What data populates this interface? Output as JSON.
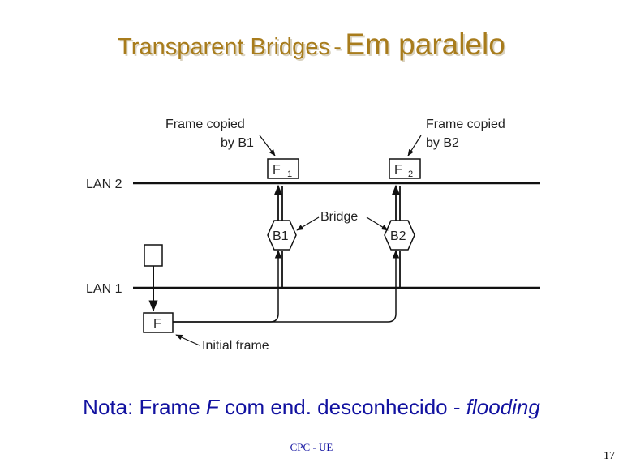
{
  "slide": {
    "title_part1": "Transparent Bridges",
    "title_dash": "-",
    "title_part2": "Em paralelo",
    "note_prefix": "Nota: Frame ",
    "note_var": "F",
    "note_middle": " com end. desconhecido - ",
    "note_italic": "flooding",
    "footer": "CPC - UE",
    "page_number": "17"
  },
  "diagram": {
    "lan2_label": "LAN 2",
    "lan1_label": "LAN 1",
    "bridge_label": "Bridge",
    "b1_label": "B1",
    "b2_label": "B2",
    "f1_main": "F",
    "f1_sub": "1",
    "f2_main": "F",
    "f2_sub": "2",
    "f_label": "F",
    "copied_b1_line1": "Frame copied",
    "copied_b1_line2": "by B1",
    "copied_b2_line1": "Frame copied",
    "copied_b2_line2": "by B2",
    "initial_frame": "Initial frame"
  }
}
